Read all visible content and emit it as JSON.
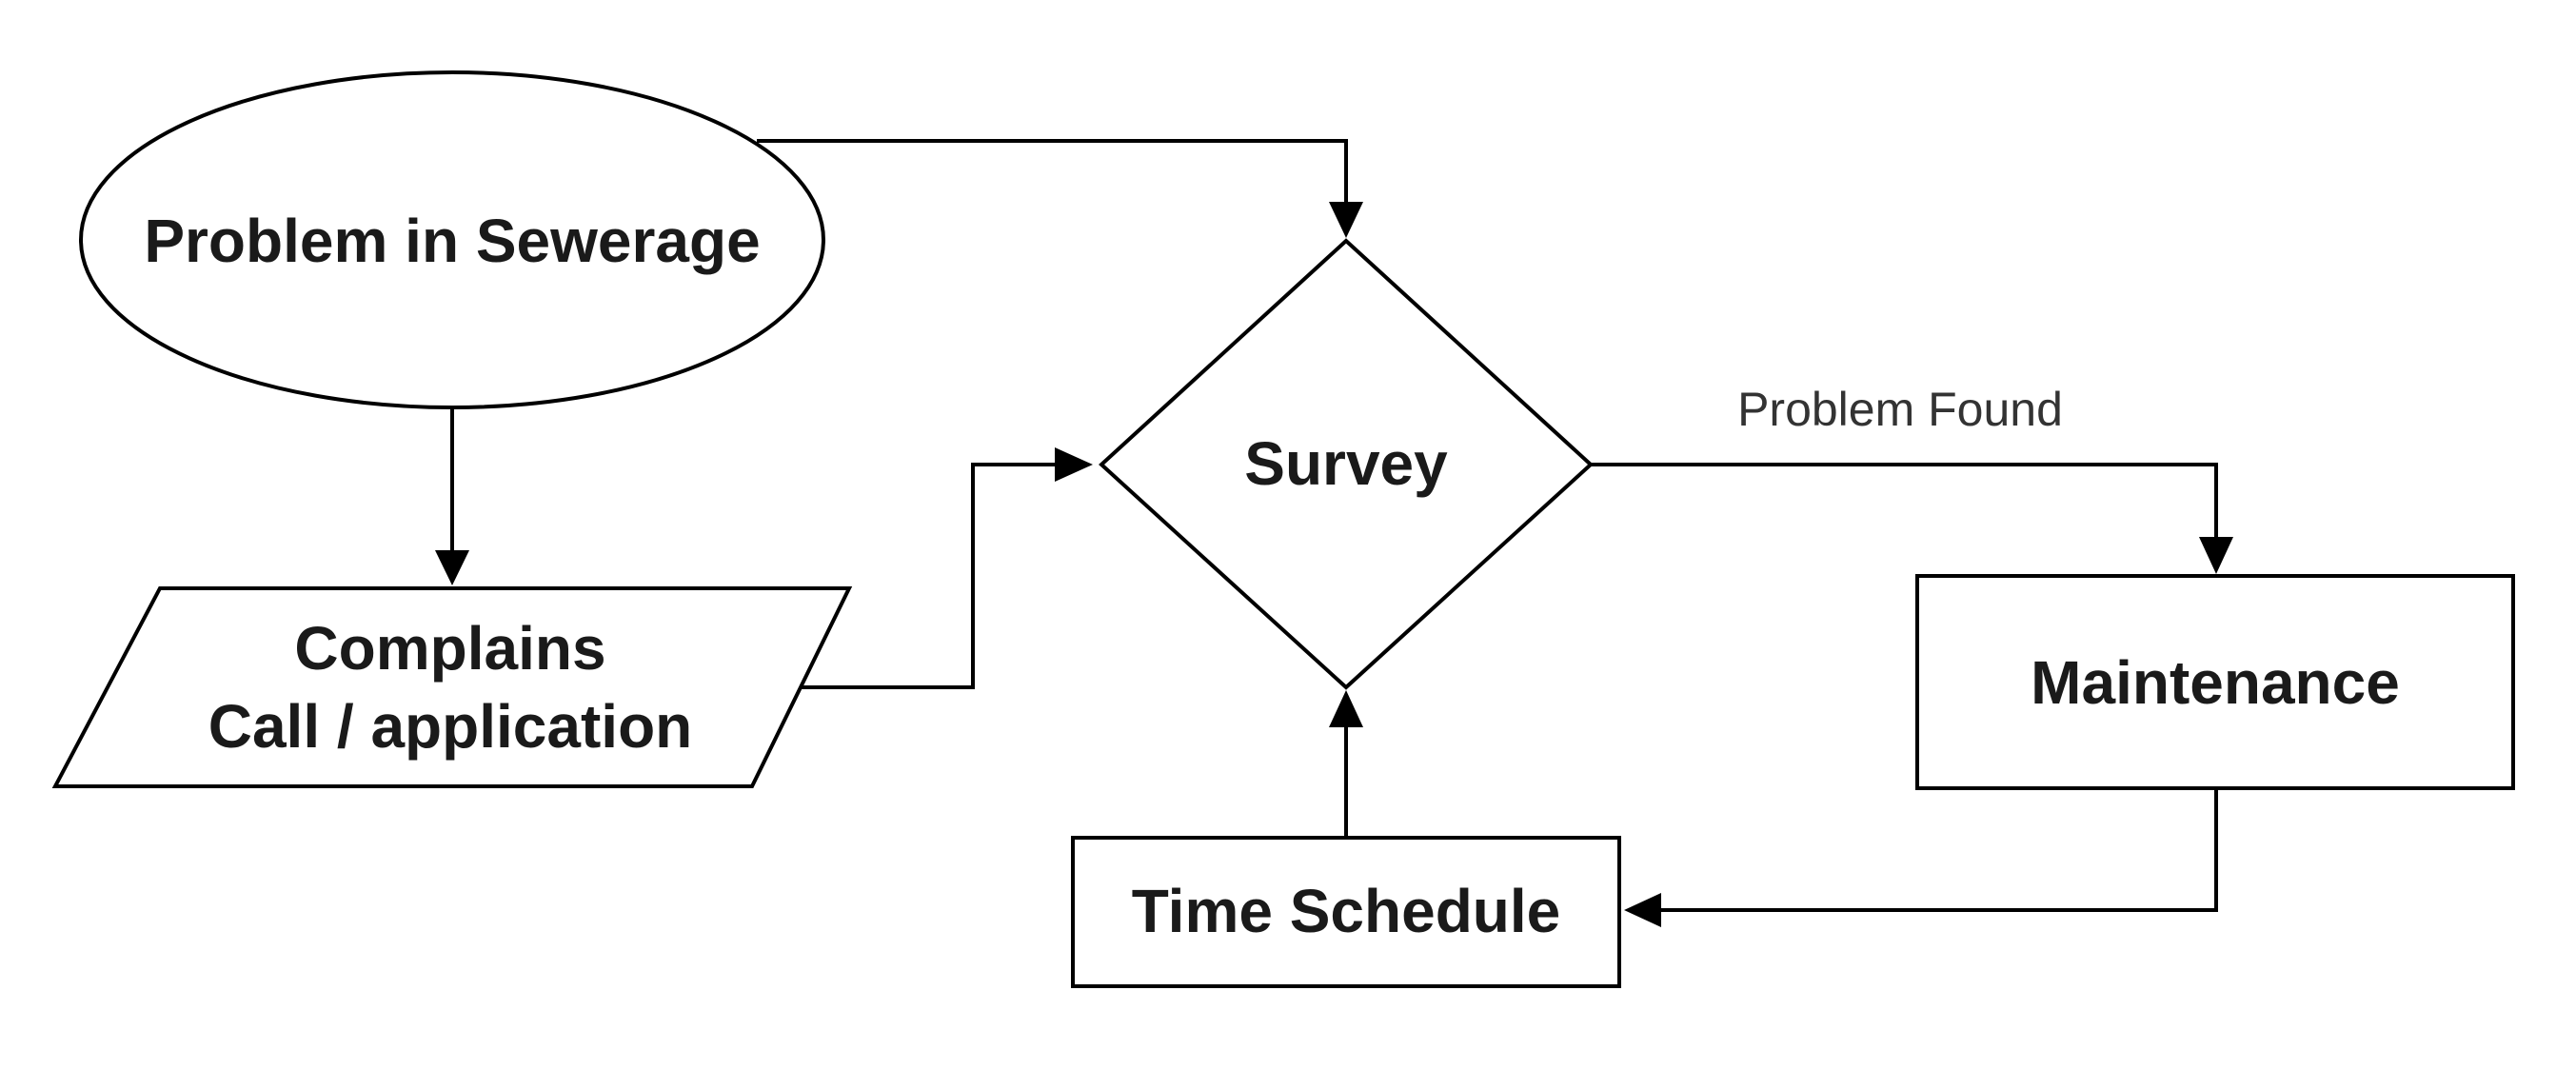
{
  "diagram": {
    "nodes": {
      "problem": {
        "shape": "ellipse",
        "label": "Problem in Sewerage"
      },
      "complains": {
        "shape": "parallelogram",
        "line1": "Complains",
        "line2": "Call / application"
      },
      "survey": {
        "shape": "diamond",
        "label": "Survey"
      },
      "maintenance": {
        "shape": "rectangle",
        "label": "Maintenance"
      },
      "time_schedule": {
        "shape": "rectangle",
        "label": "Time Schedule"
      }
    },
    "edges": [
      {
        "from": "problem",
        "to": "survey",
        "label": ""
      },
      {
        "from": "problem",
        "to": "complains",
        "label": ""
      },
      {
        "from": "complains",
        "to": "survey",
        "label": ""
      },
      {
        "from": "survey",
        "to": "maintenance",
        "label": "Problem Found"
      },
      {
        "from": "maintenance",
        "to": "time_schedule",
        "label": ""
      },
      {
        "from": "time_schedule",
        "to": "survey",
        "label": ""
      }
    ],
    "edge_label_problem_found": "Problem Found",
    "colors": {
      "stroke": "#000000",
      "fill": "#ffffff",
      "text": "#1a1a1a",
      "edge_label": "#333333"
    }
  }
}
